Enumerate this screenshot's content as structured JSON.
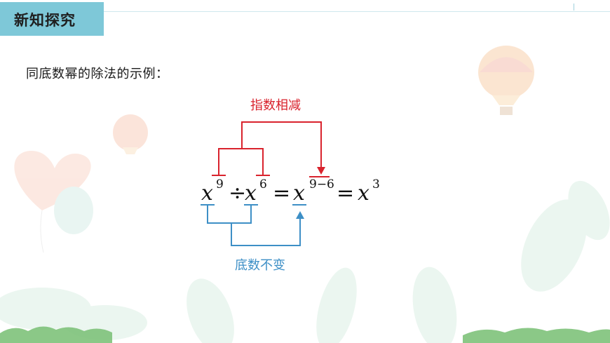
{
  "section_title": "新知探究",
  "intro_text": "同底数幂的除法的示例：",
  "labels": {
    "exponent_rule": "指数相减",
    "base_rule": "底数不变"
  },
  "expression": {
    "base": "x",
    "exp1": "9",
    "divide": "÷",
    "exp2": "6",
    "equals": "=",
    "exp_diff": "9−6",
    "exp_result": "3"
  },
  "colors": {
    "title_bg": "#7ec8d8",
    "exponent_bracket": "#d9232d",
    "base_bracket": "#3d8fc6"
  }
}
